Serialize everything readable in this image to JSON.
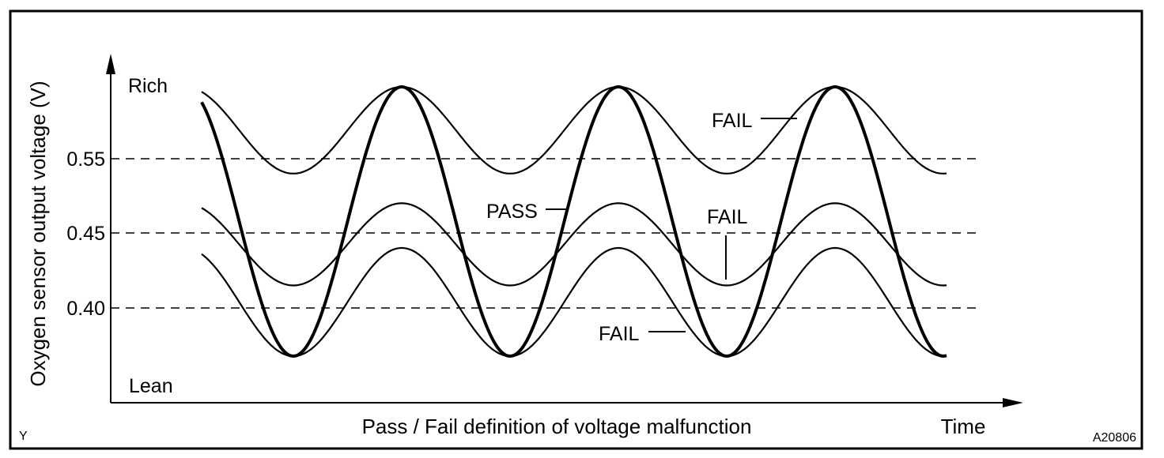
{
  "figure_code": "A20806",
  "corner_mark": "Y",
  "chart_data": {
    "type": "line",
    "title": "",
    "xlabel": "Time",
    "ylabel": "Oxygen sensor output voltage (V)",
    "caption": "Pass / Fail definition of voltage malfunction",
    "y_top_label": "Rich",
    "y_bottom_label": "Lean",
    "reference_lines": [
      {
        "label": "0.55",
        "value": 0.55
      },
      {
        "label": "0.45",
        "value": 0.45
      },
      {
        "label": "0.40",
        "value": 0.4
      }
    ],
    "series": [
      {
        "label": "FAIL",
        "min": 0.53,
        "max": 0.6
      },
      {
        "label": "PASS",
        "min": 0.37,
        "max": 0.6
      },
      {
        "label": "FAIL",
        "min": 0.415,
        "max": 0.49
      },
      {
        "label": "FAIL",
        "min": 0.37,
        "max": 0.44
      }
    ],
    "grid": false,
    "legend": "none"
  }
}
